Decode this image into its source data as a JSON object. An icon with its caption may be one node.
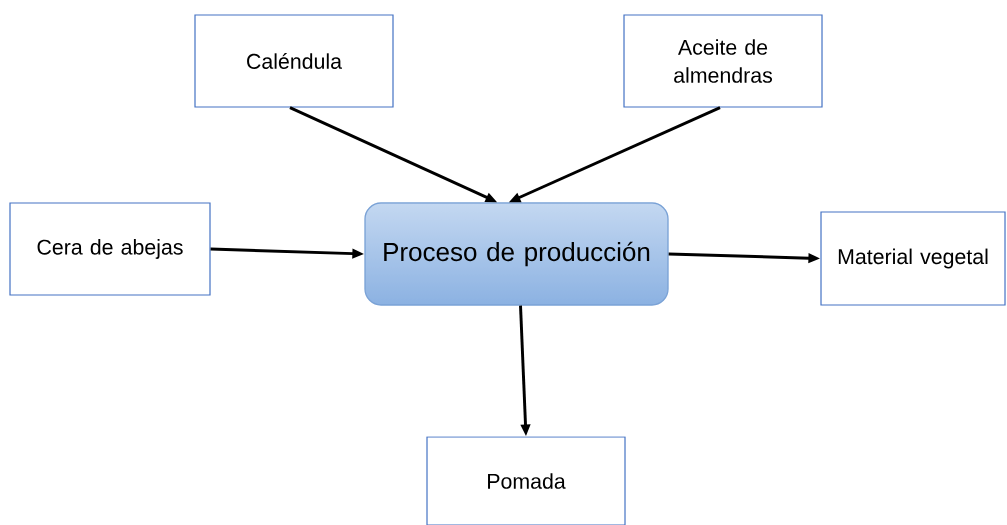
{
  "diagram": {
    "nodes": [
      {
        "text": [
          "Caléndula"
        ]
      },
      {
        "text": [
          "Aceite de almendras"
        ]
      },
      {
        "text": [
          "Cera de abejas"
        ]
      },
      {
        "text": [
          "Proceso de producción"
        ]
      },
      {
        "text": [
          "Material vegetal"
        ]
      },
      {
        "text": [
          "Pomada"
        ]
      }
    ],
    "edges": [
      {
        "from": 0,
        "to": 3,
        "arrow": "to"
      },
      {
        "from": 1,
        "to": 3,
        "arrow": "to"
      },
      {
        "from": 2,
        "to": 3,
        "arrow": "to"
      },
      {
        "from": 3,
        "to": 4,
        "arrow": "to"
      },
      {
        "from": 3,
        "to": 5,
        "arrow": "to"
      }
    ]
  }
}
